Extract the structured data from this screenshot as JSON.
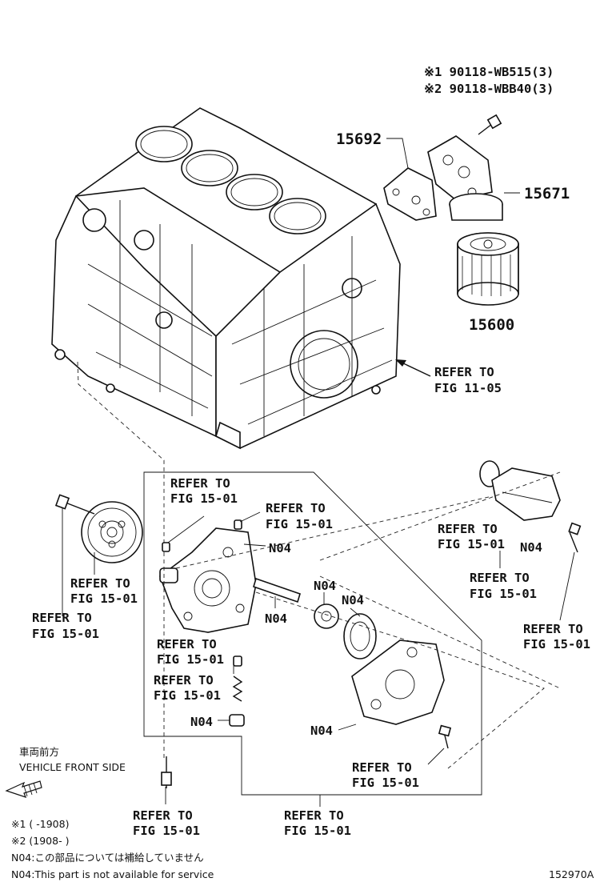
{
  "parts": {
    "p15692": "15692",
    "p15671": "15671",
    "p15600": "15600",
    "bolt_note_1": "※1 90118-WB515(3)",
    "bolt_note_2": "※2 90118-WBB40(3)"
  },
  "refer": {
    "line1": "REFER TO",
    "fig_11_05": "FIG 11-05",
    "fig_15_01": "FIG 15-01"
  },
  "n04": "N04",
  "orientation": {
    "jp": "車両前方",
    "en": "VEHICLE FRONT SIDE"
  },
  "legend": {
    "l1": "※1 (   -1908)",
    "l2": "※2 (1908-    )",
    "l3": "N04:この部品については補給していません",
    "l4": "N04:This part is not available for service"
  },
  "figure_id": "152970A"
}
